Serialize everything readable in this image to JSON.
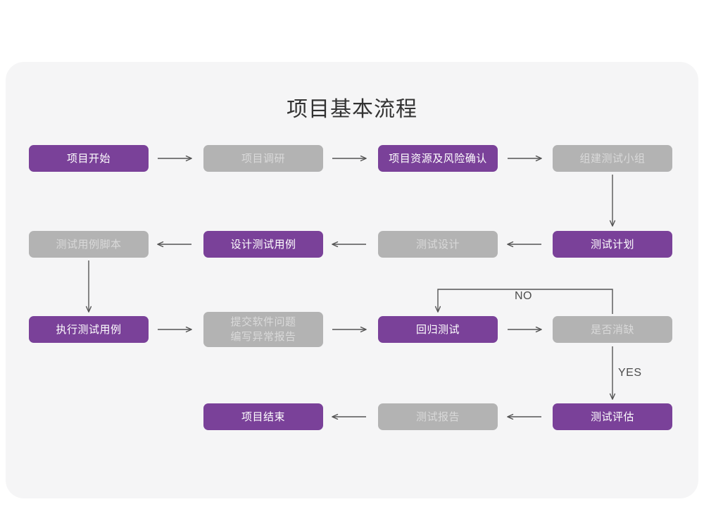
{
  "page": {
    "background": "#ffffff",
    "card_background": "#f5f5f6"
  },
  "colors": {
    "purple": "#7a4199",
    "purple_text": "#ffffff",
    "gray": "#b3b3b3",
    "gray_text": "#d9d9d9",
    "arrow": "#555555",
    "title_text": "#333333",
    "label_text": "#4d4d4d"
  },
  "chart_data": {
    "type": "diagram",
    "title": "项目基本流程",
    "nodes": [
      {
        "id": "n1",
        "label": "项目开始",
        "style": "purple",
        "row": 1,
        "col": 1
      },
      {
        "id": "n2",
        "label": "项目调研",
        "style": "gray",
        "row": 1,
        "col": 2
      },
      {
        "id": "n3",
        "label": "项目资源及风险确认",
        "style": "purple",
        "row": 1,
        "col": 3
      },
      {
        "id": "n4",
        "label": "组建测试小组",
        "style": "gray",
        "row": 1,
        "col": 4
      },
      {
        "id": "n5",
        "label": "测试用例脚本",
        "style": "gray",
        "row": 2,
        "col": 1
      },
      {
        "id": "n6",
        "label": "设计测试用例",
        "style": "purple",
        "row": 2,
        "col": 2
      },
      {
        "id": "n7",
        "label": "测试设计",
        "style": "gray",
        "row": 2,
        "col": 3
      },
      {
        "id": "n8",
        "label": "测试计划",
        "style": "purple",
        "row": 2,
        "col": 4
      },
      {
        "id": "n9",
        "label": "执行测试用例",
        "style": "purple",
        "row": 3,
        "col": 1
      },
      {
        "id": "n10",
        "label": "提交软件问题\n编写异常报告",
        "style": "gray",
        "row": 3,
        "col": 2
      },
      {
        "id": "n11",
        "label": "回归测试",
        "style": "purple",
        "row": 3,
        "col": 3
      },
      {
        "id": "n12",
        "label": "是否消缺",
        "style": "gray",
        "row": 3,
        "col": 4
      },
      {
        "id": "n13",
        "label": "项目结束",
        "style": "purple",
        "row": 4,
        "col": 2
      },
      {
        "id": "n14",
        "label": "测试报告",
        "style": "gray",
        "row": 4,
        "col": 3
      },
      {
        "id": "n15",
        "label": "测试评估",
        "style": "purple",
        "row": 4,
        "col": 4
      }
    ],
    "edges": [
      {
        "from": "n1",
        "to": "n2",
        "label": "",
        "direction": "right"
      },
      {
        "from": "n2",
        "to": "n3",
        "label": "",
        "direction": "right"
      },
      {
        "from": "n3",
        "to": "n4",
        "label": "",
        "direction": "right"
      },
      {
        "from": "n4",
        "to": "n8",
        "label": "",
        "direction": "down"
      },
      {
        "from": "n8",
        "to": "n7",
        "label": "",
        "direction": "left"
      },
      {
        "from": "n7",
        "to": "n6",
        "label": "",
        "direction": "left"
      },
      {
        "from": "n6",
        "to": "n5",
        "label": "",
        "direction": "left"
      },
      {
        "from": "n5",
        "to": "n9",
        "label": "",
        "direction": "down"
      },
      {
        "from": "n9",
        "to": "n10",
        "label": "",
        "direction": "right"
      },
      {
        "from": "n10",
        "to": "n11",
        "label": "",
        "direction": "right"
      },
      {
        "from": "n11",
        "to": "n12",
        "label": "",
        "direction": "right"
      },
      {
        "from": "n12",
        "to": "n11",
        "label": "NO",
        "direction": "loop-up-left"
      },
      {
        "from": "n12",
        "to": "n15",
        "label": "YES",
        "direction": "down"
      },
      {
        "from": "n15",
        "to": "n14",
        "label": "",
        "direction": "left"
      },
      {
        "from": "n14",
        "to": "n13",
        "label": "",
        "direction": "left"
      }
    ],
    "edge_labels": [
      "NO",
      "YES"
    ]
  }
}
